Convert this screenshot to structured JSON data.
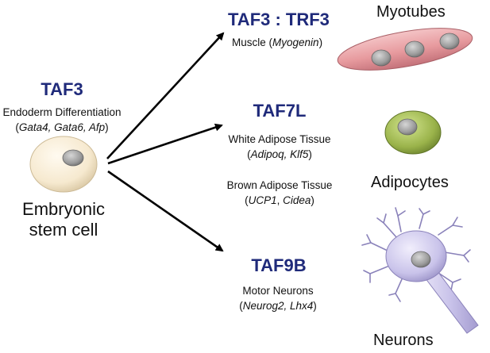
{
  "left": {
    "tf": "TAF3",
    "desc_line1": "Endoderm Differentiation",
    "desc_line2_pre": "(",
    "desc_line2_genes": "Gata4, Gata6, Afp",
    "desc_line2_post": ")",
    "cell_label_line1": "Embryonic",
    "cell_label_line2": "stem cell"
  },
  "top": {
    "tf": "TAF3 : TRF3",
    "desc_pre": "Muscle (",
    "desc_gene": "Myogenin",
    "desc_post": ")",
    "cell_label": "Myotubes"
  },
  "middle": {
    "tf": "TAF7L",
    "white_line1": "White Adipose Tissue",
    "white_pre": "(",
    "white_genes": "Adipoq, Klf5",
    "white_post": ")",
    "brown_line1": "Brown Adipose Tissue",
    "brown_pre": "(",
    "brown_gene1": "UCP1",
    "brown_sep": ", ",
    "brown_gene2": "Cidea",
    "brown_post": ")",
    "cell_label": "Adipocytes"
  },
  "bottom": {
    "tf": "TAF9B",
    "desc_line1": "Motor Neurons",
    "desc_pre": "(",
    "desc_genes": "Neurog2, Lhx4",
    "desc_post": ")",
    "cell_label": "Neurons"
  },
  "colors": {
    "tf_label": "#1f2a7a",
    "arrow": "#000000",
    "stem_cell": "#f6e9cf",
    "myotube": "#e79a9e",
    "adipocyte": "#9ab34a",
    "neuron": "#c9c3ea",
    "nucleus": "#9a9a9a"
  }
}
